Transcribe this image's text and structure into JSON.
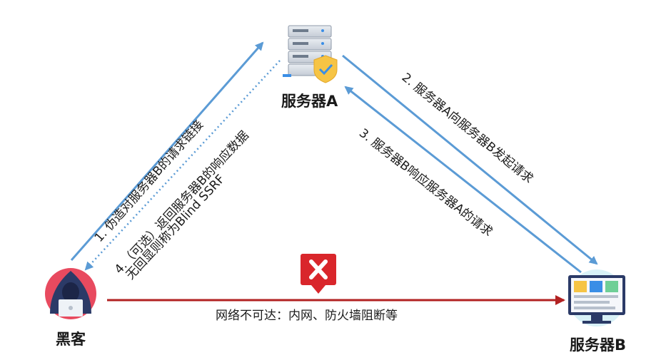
{
  "nodes": {
    "server_a": "服务器A",
    "server_b": "服务器B",
    "hacker": "黑客"
  },
  "edges": {
    "step1": "1. 伪造对服务器B的请求链接",
    "step2": "2. 服务器A向服务器B发起请求",
    "step3": "3. 服务器B响应服务器A的请求",
    "step4_line1": "4.（可选）返回服务器B的响应数据",
    "step4_line2": "无回显则称为Blind SSRF",
    "blocked": "网络不可达：内网、防火墙阻断等"
  },
  "colors": {
    "arrow_blue": "#5b9bd5",
    "arrow_red": "#b22222",
    "blocked_badge": "#d9262b"
  },
  "icons": {
    "server_a": "server-shield-icon",
    "server_b": "monitor-dashboard-icon",
    "hacker": "hooded-hacker-icon",
    "blocked": "blocked-x-icon"
  }
}
